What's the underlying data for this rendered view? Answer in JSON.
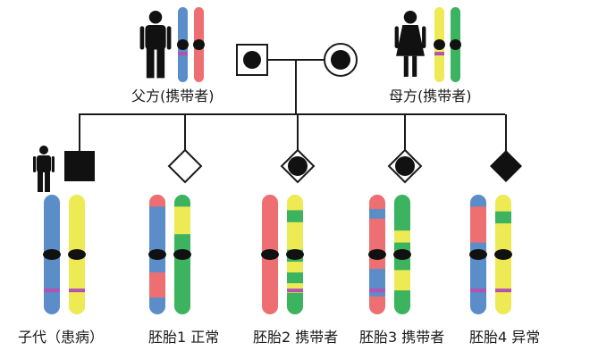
{
  "colors": {
    "blue": "#5b8dc9",
    "red": "#ee6f72",
    "yellow": "#eeea53",
    "green": "#3bb35f",
    "purple": "#b352b1",
    "line": "#1a1a1a",
    "centromere": "#111111"
  },
  "parents": {
    "father": {
      "label": "父方(携带者)",
      "symbol": "square-dot",
      "icon": "male-figure-icon",
      "chromosomes": [
        {
          "color": "blue",
          "marks": [
            {
              "pos": 0.62,
              "color": "purple"
            }
          ]
        },
        {
          "color": "red",
          "marks": []
        }
      ]
    },
    "mother": {
      "label": "母方(携带者)",
      "symbol": "circle-dot",
      "icon": "female-figure-icon",
      "chromosomes": [
        {
          "color": "yellow",
          "marks": [
            {
              "pos": 0.62,
              "color": "purple"
            }
          ]
        },
        {
          "color": "green",
          "marks": []
        }
      ]
    }
  },
  "children": [
    {
      "label": "子代（患病）",
      "symbol": "filled-square",
      "icon": "male-figure-icon",
      "chromosomes": [
        {
          "color": "blue",
          "segments": [],
          "marks": [
            {
              "pos": 0.8,
              "color": "purple"
            }
          ]
        },
        {
          "color": "yellow",
          "segments": [],
          "marks": [
            {
              "pos": 0.8,
              "color": "purple"
            }
          ]
        }
      ]
    },
    {
      "label": "胚胎1 正常",
      "symbol": "open-diamond",
      "chromosomes": [
        {
          "color": "blue",
          "segments": [
            {
              "from": 0.0,
              "to": 0.1,
              "color": "red"
            },
            {
              "from": 0.65,
              "to": 0.86,
              "color": "red"
            }
          ],
          "marks": []
        },
        {
          "color": "green",
          "segments": [
            {
              "from": 0.1,
              "to": 0.33,
              "color": "yellow"
            }
          ],
          "marks": []
        }
      ]
    },
    {
      "label": "胚胎2 携带者",
      "symbol": "diamond-dot",
      "chromosomes": [
        {
          "color": "red",
          "segments": [],
          "marks": []
        },
        {
          "color": "yellow",
          "segments": [
            {
              "from": 0.13,
              "to": 0.23,
              "color": "green"
            },
            {
              "from": 0.46,
              "to": 0.56,
              "color": "green"
            },
            {
              "from": 0.65,
              "to": 0.74,
              "color": "green"
            },
            {
              "from": 0.82,
              "to": 1.0,
              "color": "green"
            }
          ],
          "marks": [
            {
              "pos": 0.8,
              "color": "purple"
            }
          ]
        }
      ]
    },
    {
      "label": "胚胎3 携带者",
      "symbol": "diamond-dot",
      "chromosomes": [
        {
          "color": "red",
          "segments": [
            {
              "from": 0.12,
              "to": 0.2,
              "color": "blue"
            },
            {
              "from": 0.62,
              "to": 0.85,
              "color": "blue"
            }
          ],
          "marks": [
            {
              "pos": 0.8,
              "color": "purple"
            }
          ]
        },
        {
          "color": "green",
          "segments": [
            {
              "from": 0.3,
              "to": 0.4,
              "color": "yellow"
            },
            {
              "from": 0.63,
              "to": 0.8,
              "color": "yellow"
            }
          ],
          "marks": []
        }
      ]
    },
    {
      "label": "胚胎4 异常",
      "symbol": "filled-diamond",
      "chromosomes": [
        {
          "color": "blue",
          "segments": [
            {
              "from": 0.1,
              "to": 0.4,
              "color": "red"
            }
          ],
          "marks": [
            {
              "pos": 0.8,
              "color": "purple"
            }
          ]
        },
        {
          "color": "yellow",
          "segments": [
            {
              "from": 0.14,
              "to": 0.24,
              "color": "green"
            }
          ],
          "marks": [
            {
              "pos": 0.8,
              "color": "purple"
            }
          ]
        }
      ]
    }
  ]
}
